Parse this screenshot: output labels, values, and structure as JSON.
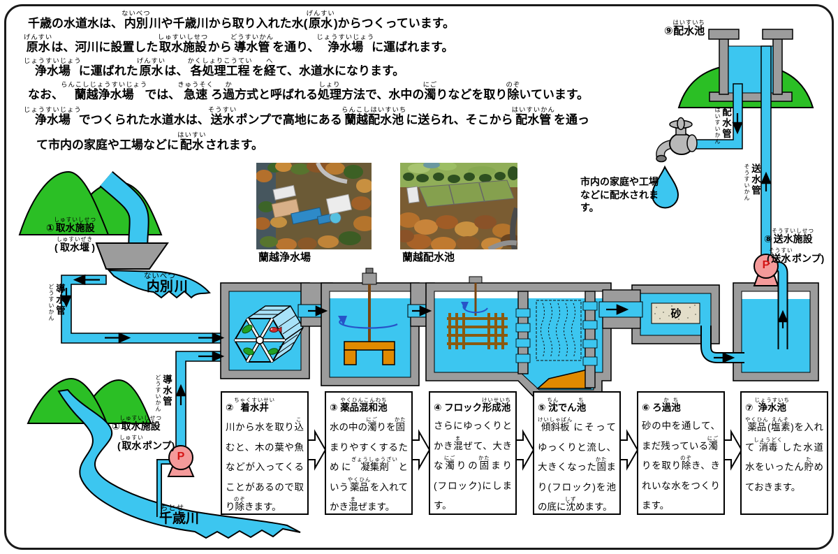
{
  "colors": {
    "water": "#3CC6F0",
    "green": "#2BBF25",
    "gray": "#9C9C9C",
    "pump_pink": "#F49A9A",
    "pump_letter_red": "#D41414",
    "orange": "#E08A00",
    "sand_beige": "#E3DEC9",
    "rotation_blue": "#2753C8"
  },
  "intro": {
    "lines": [
      [
        [
          "千歳の水道水は、",
          ""
        ],
        [
          "内別",
          "ないべつ"
        ],
        [
          "川や千歳川から取り入れた水(",
          ""
        ],
        [
          "原水",
          "げんすい"
        ],
        [
          ")からつくっています。",
          ""
        ]
      ],
      [
        [
          "原水",
          "げんすい"
        ],
        [
          "は、河川に設置した",
          ""
        ],
        [
          "取水施設",
          "しゅすいしせつ"
        ],
        [
          "から",
          ""
        ],
        [
          "導水管",
          "どうすいかん"
        ],
        [
          "を通り、",
          ""
        ],
        [
          "浄水場",
          "じょうすいじょう"
        ],
        [
          "に運ばれます。",
          ""
        ]
      ],
      [
        [
          "浄水場",
          "じょうすいじょう"
        ],
        [
          "に運ばれた",
          ""
        ],
        [
          "原水",
          "げんすい"
        ],
        [
          "は、",
          ""
        ],
        [
          "各処理工程",
          "かくしょりこうてい"
        ],
        [
          "を",
          ""
        ],
        [
          "経",
          "へ"
        ],
        [
          "て、水道水になります。",
          ""
        ]
      ],
      [
        [
          "なお、",
          ""
        ],
        [
          "蘭越浄水場",
          "らんこしじょうすいじょう"
        ],
        [
          "では、",
          ""
        ],
        [
          "急速",
          "きゅうそく"
        ],
        [
          "ろ",
          ""
        ],
        [
          "過",
          "か"
        ],
        [
          "方式と呼ばれる",
          ""
        ],
        [
          "処理",
          "しょり"
        ],
        [
          "方法で、水中の",
          ""
        ],
        [
          "濁",
          "にご"
        ],
        [
          "りなどを取り",
          ""
        ],
        [
          "除",
          "のぞ"
        ],
        [
          "いています。",
          ""
        ]
      ],
      [
        [
          "浄水場",
          "じょうすいじょう"
        ],
        [
          "でつくられた水道水は、",
          ""
        ],
        [
          "送水",
          "そうすい"
        ],
        [
          "ポンプで高地にある",
          ""
        ],
        [
          "蘭越配水池",
          "らんこしはいすいち"
        ],
        [
          "に送られ、そこから",
          ""
        ],
        [
          "配水管",
          "はいすいかん"
        ],
        [
          "を通っ",
          ""
        ]
      ],
      [
        [
          "て市内の家庭や工場などに",
          ""
        ],
        [
          "配水",
          "はいすい"
        ],
        [
          "されます。",
          ""
        ]
      ]
    ]
  },
  "photos": {
    "plant_label": "蘭越浄水場",
    "reservoir_label": "蘭越配水池"
  },
  "diagram": {
    "intake_weir": {
      "line1": [
        [
          "①",
          ""
        ],
        [
          "取水施設",
          "しゅすいしせつ"
        ]
      ],
      "line2": [
        [
          "(",
          ""
        ],
        [
          "取水堰",
          "しゅすいぜき"
        ],
        [
          ")",
          ""
        ]
      ]
    },
    "river_naibetsu": [
      [
        "内別",
        "ないべつ"
      ],
      [
        "川",
        ""
      ]
    ],
    "conduit_upper": {
      "main": "導水管",
      "ruby": "どうすいかん"
    },
    "intake_pump": {
      "line1": [
        [
          "①",
          ""
        ],
        [
          "取水施設",
          "しゅすいしせつ"
        ]
      ],
      "line2": [
        [
          "(",
          ""
        ],
        [
          "取水",
          "しゅすい"
        ],
        [
          "ポンプ)",
          ""
        ]
      ]
    },
    "river_chitose": [
      [
        "千歳",
        "ちとせ"
      ],
      [
        "川",
        ""
      ]
    ],
    "conduit_lower": {
      "main": "導水管",
      "ruby": "どうすいかん"
    },
    "pump_label": "P",
    "sand_label": "砂",
    "sending": {
      "line1": [
        [
          "⑧",
          ""
        ],
        [
          "送水施設",
          "そうすいしせつ"
        ]
      ],
      "line2": [
        [
          "(",
          ""
        ],
        [
          "送水",
          "そうすい"
        ],
        [
          "ポンプ)",
          ""
        ]
      ]
    },
    "sousuikan": {
      "main": "送水管",
      "ruby": "そうすいかん"
    },
    "reservoir": [
      [
        "⑨",
        ""
      ],
      [
        "配水池",
        "はいすいち"
      ]
    ],
    "haisuikan": {
      "main": "配水管",
      "ruby": "はいすいかん"
    },
    "city": [
      "市内の家庭や工場",
      "などに配水されま",
      "す。"
    ]
  },
  "boxes": [
    {
      "title": [
        [
          "② ",
          ""
        ],
        [
          "着水井",
          "ちゃくすいせい"
        ]
      ],
      "body": [
        [
          "川から水を取り",
          ""
        ],
        [
          "込",
          "こ"
        ],
        [
          "むと、木の葉や魚などが入ってくることがあるので取り",
          ""
        ],
        [
          "除",
          "のぞ"
        ],
        [
          "きます。",
          ""
        ]
      ]
    },
    {
      "title": [
        [
          "③ ",
          ""
        ],
        [
          "薬品混和池",
          "やくひんこんわち"
        ]
      ],
      "body": [
        [
          "水の中の",
          ""
        ],
        [
          "濁",
          "にご"
        ],
        [
          "りを",
          ""
        ],
        [
          "固",
          "かた"
        ],
        [
          "まりやすくするために",
          ""
        ],
        [
          "凝集剤",
          "ぎょうしゅうざい"
        ],
        [
          "という",
          ""
        ],
        [
          "薬品",
          "やくひん"
        ],
        [
          "を入れてかき",
          ""
        ],
        [
          "混",
          "ま"
        ],
        [
          "ぜます。",
          ""
        ]
      ]
    },
    {
      "title": [
        [
          "④ フロック",
          ""
        ],
        [
          "形成池",
          "けいせいち"
        ]
      ],
      "body": [
        [
          "さらにゆっくりとかき",
          ""
        ],
        [
          "混",
          "ま"
        ],
        [
          "ぜて、大きな",
          ""
        ],
        [
          "濁",
          "にご"
        ],
        [
          "りの",
          ""
        ],
        [
          "固",
          "かた"
        ],
        [
          "まり(フロック)にします。",
          ""
        ]
      ]
    },
    {
      "title": [
        [
          "⑤ ",
          ""
        ],
        [
          "沈",
          "ちん"
        ],
        [
          "でん",
          ""
        ],
        [
          "池",
          "ち"
        ]
      ],
      "body": [
        [
          "傾斜板",
          "けいしゃばん"
        ],
        [
          "にそってゆっくりと流し、大きくなった",
          ""
        ],
        [
          "固",
          "かた"
        ],
        [
          "まり(フロック)を池の底に",
          ""
        ],
        [
          "沈",
          "しず"
        ],
        [
          "めます。",
          ""
        ]
      ]
    },
    {
      "title": [
        [
          "⑥ ろ",
          ""
        ],
        [
          "過",
          "か"
        ],
        [
          "池",
          "ち"
        ]
      ],
      "body": [
        [
          "砂の中を通して、まだ残っている",
          ""
        ],
        [
          "濁",
          "にご"
        ],
        [
          "りを取り",
          ""
        ],
        [
          "除",
          "のぞ"
        ],
        [
          "き、きれいな水をつくります。",
          ""
        ]
      ]
    },
    {
      "title": [
        [
          "⑦ ",
          ""
        ],
        [
          "浄水池",
          "じょうすいち"
        ]
      ],
      "body": [
        [
          "薬品",
          "やくひん"
        ],
        [
          "(",
          ""
        ],
        [
          "塩素",
          "えんそ"
        ],
        [
          ")を入れて",
          ""
        ],
        [
          "消毒",
          "しょうどく"
        ],
        [
          "した水道水をいったん",
          ""
        ],
        [
          "貯",
          "た"
        ],
        [
          "めておきます。",
          ""
        ]
      ]
    }
  ]
}
